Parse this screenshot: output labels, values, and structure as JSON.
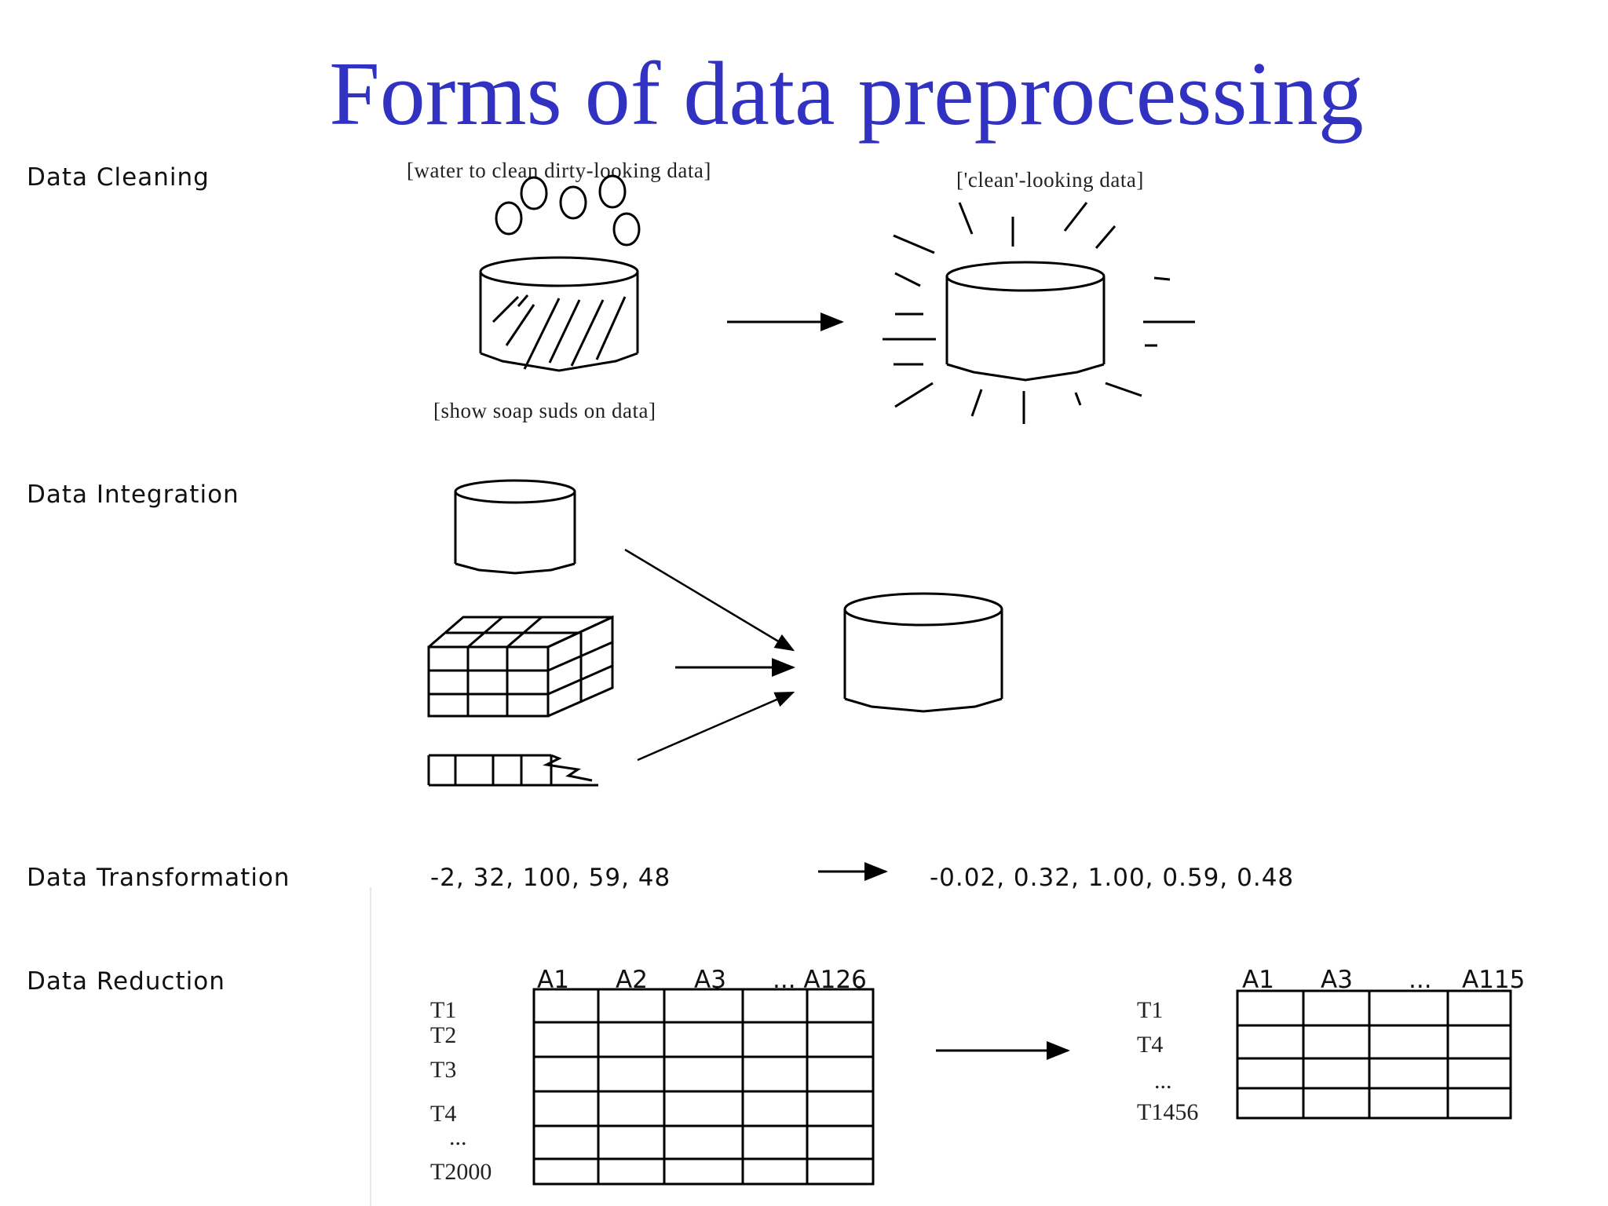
{
  "title": "Forms of data preprocessing",
  "sections": {
    "cleaning": {
      "label": "Data Cleaning",
      "note_water": "[water to clean dirty-looking data]",
      "note_clean": "['clean'-looking data]",
      "note_suds": "[show soap suds on data]"
    },
    "integration": {
      "label": "Data Integration"
    },
    "transformation": {
      "label": "Data Transformation",
      "input_values": "-2, 32, 100, 59, 48",
      "output_values": "-0.02, 0.32, 1.00, 0.59, 0.48"
    },
    "reduction": {
      "label": "Data Reduction",
      "left_table": {
        "columns": [
          "A1",
          "A2",
          "A3",
          "... A126"
        ],
        "rows": [
          "T1",
          "T2",
          "T3",
          "T4",
          "...",
          "T2000"
        ]
      },
      "right_table": {
        "columns": [
          "A1",
          "A3",
          "...",
          "A115"
        ],
        "rows": [
          "T1",
          "T4",
          "...",
          "T1456"
        ]
      }
    }
  }
}
